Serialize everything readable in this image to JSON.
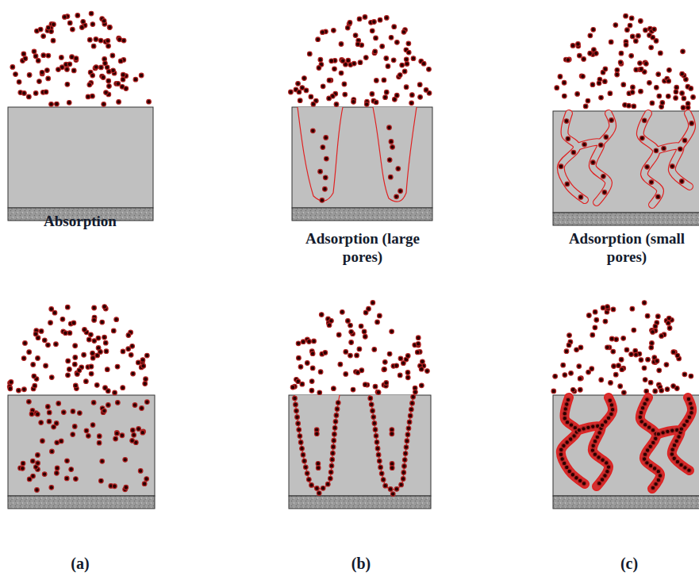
{
  "diagram": {
    "labels": [
      "Absorption",
      "Adsorption (large pores)",
      "Adsorption (small pores)",
      "(a)",
      "(b)",
      "(c)"
    ]
  }
}
